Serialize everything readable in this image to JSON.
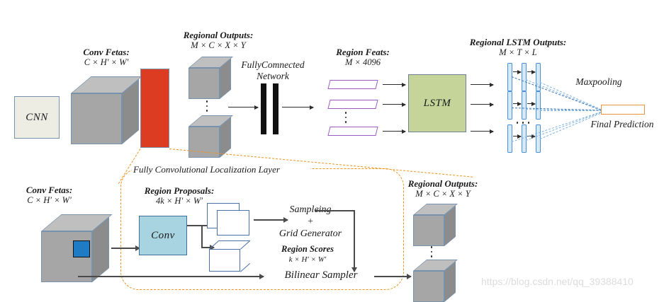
{
  "diagram": {
    "title_watermark": "https://blog.csdn.net/qq_39388410",
    "top_row": {
      "cnn_box": "CNN",
      "conv_feats_label": "Conv Fetas:",
      "conv_feats_dims": "C × H′ × W′",
      "regional_outputs_label": "Regional Outputs:",
      "regional_outputs_dims": "M × C × X × Y",
      "fc_label_line1": "FullyComnected",
      "fc_label_line2": "Network",
      "region_feats_label": "Region Feats:",
      "region_feats_dims": "M × 4096",
      "lstm_box": "LSTM",
      "regional_lstm_label": "Regional LSTM Outputs:",
      "regional_lstm_dims": "M × T × L",
      "maxpooling_label": "Maxpooling",
      "final_prediction_label": "Final Prediction"
    },
    "bottom_row": {
      "localization_title": "Fully Convolutional Localization Layer",
      "conv_feats_label": "Conv Fetas:",
      "conv_feats_dims": "C × H′ × W′",
      "region_proposals_label": "Region Proposals:",
      "region_proposals_dims": "4k × H′ × W′",
      "conv_box": "Conv",
      "sampling_line1": "Sampleing",
      "sampling_plus": "+",
      "sampling_line2": "Grid Generator",
      "region_scores_label": "Region Scores",
      "region_scores_dims": "k × H′ × W′",
      "bilinear_sampler_label": "Bilinear Sampler",
      "regional_outputs_label": "Regional Outputs:",
      "regional_outputs_dims": "M × C × X × Y"
    },
    "colors": {
      "cnn_fill": "#ededE4",
      "cube_front": "#a6a6a6",
      "cube_top": "#bfbfbf",
      "cube_side": "#8c8c8c",
      "cube_outline": "#7792ad",
      "red_bar": "#dc3c22",
      "purple": "#9b59c4",
      "lstm_green": "#c5d59a",
      "conv_blue": "#a8d3e0",
      "lstm_bar_blue": "#4a90d9",
      "final_orange": "#e8943a",
      "localization_dash": "#f0921f",
      "blue_square": "#1f7bc4"
    }
  }
}
